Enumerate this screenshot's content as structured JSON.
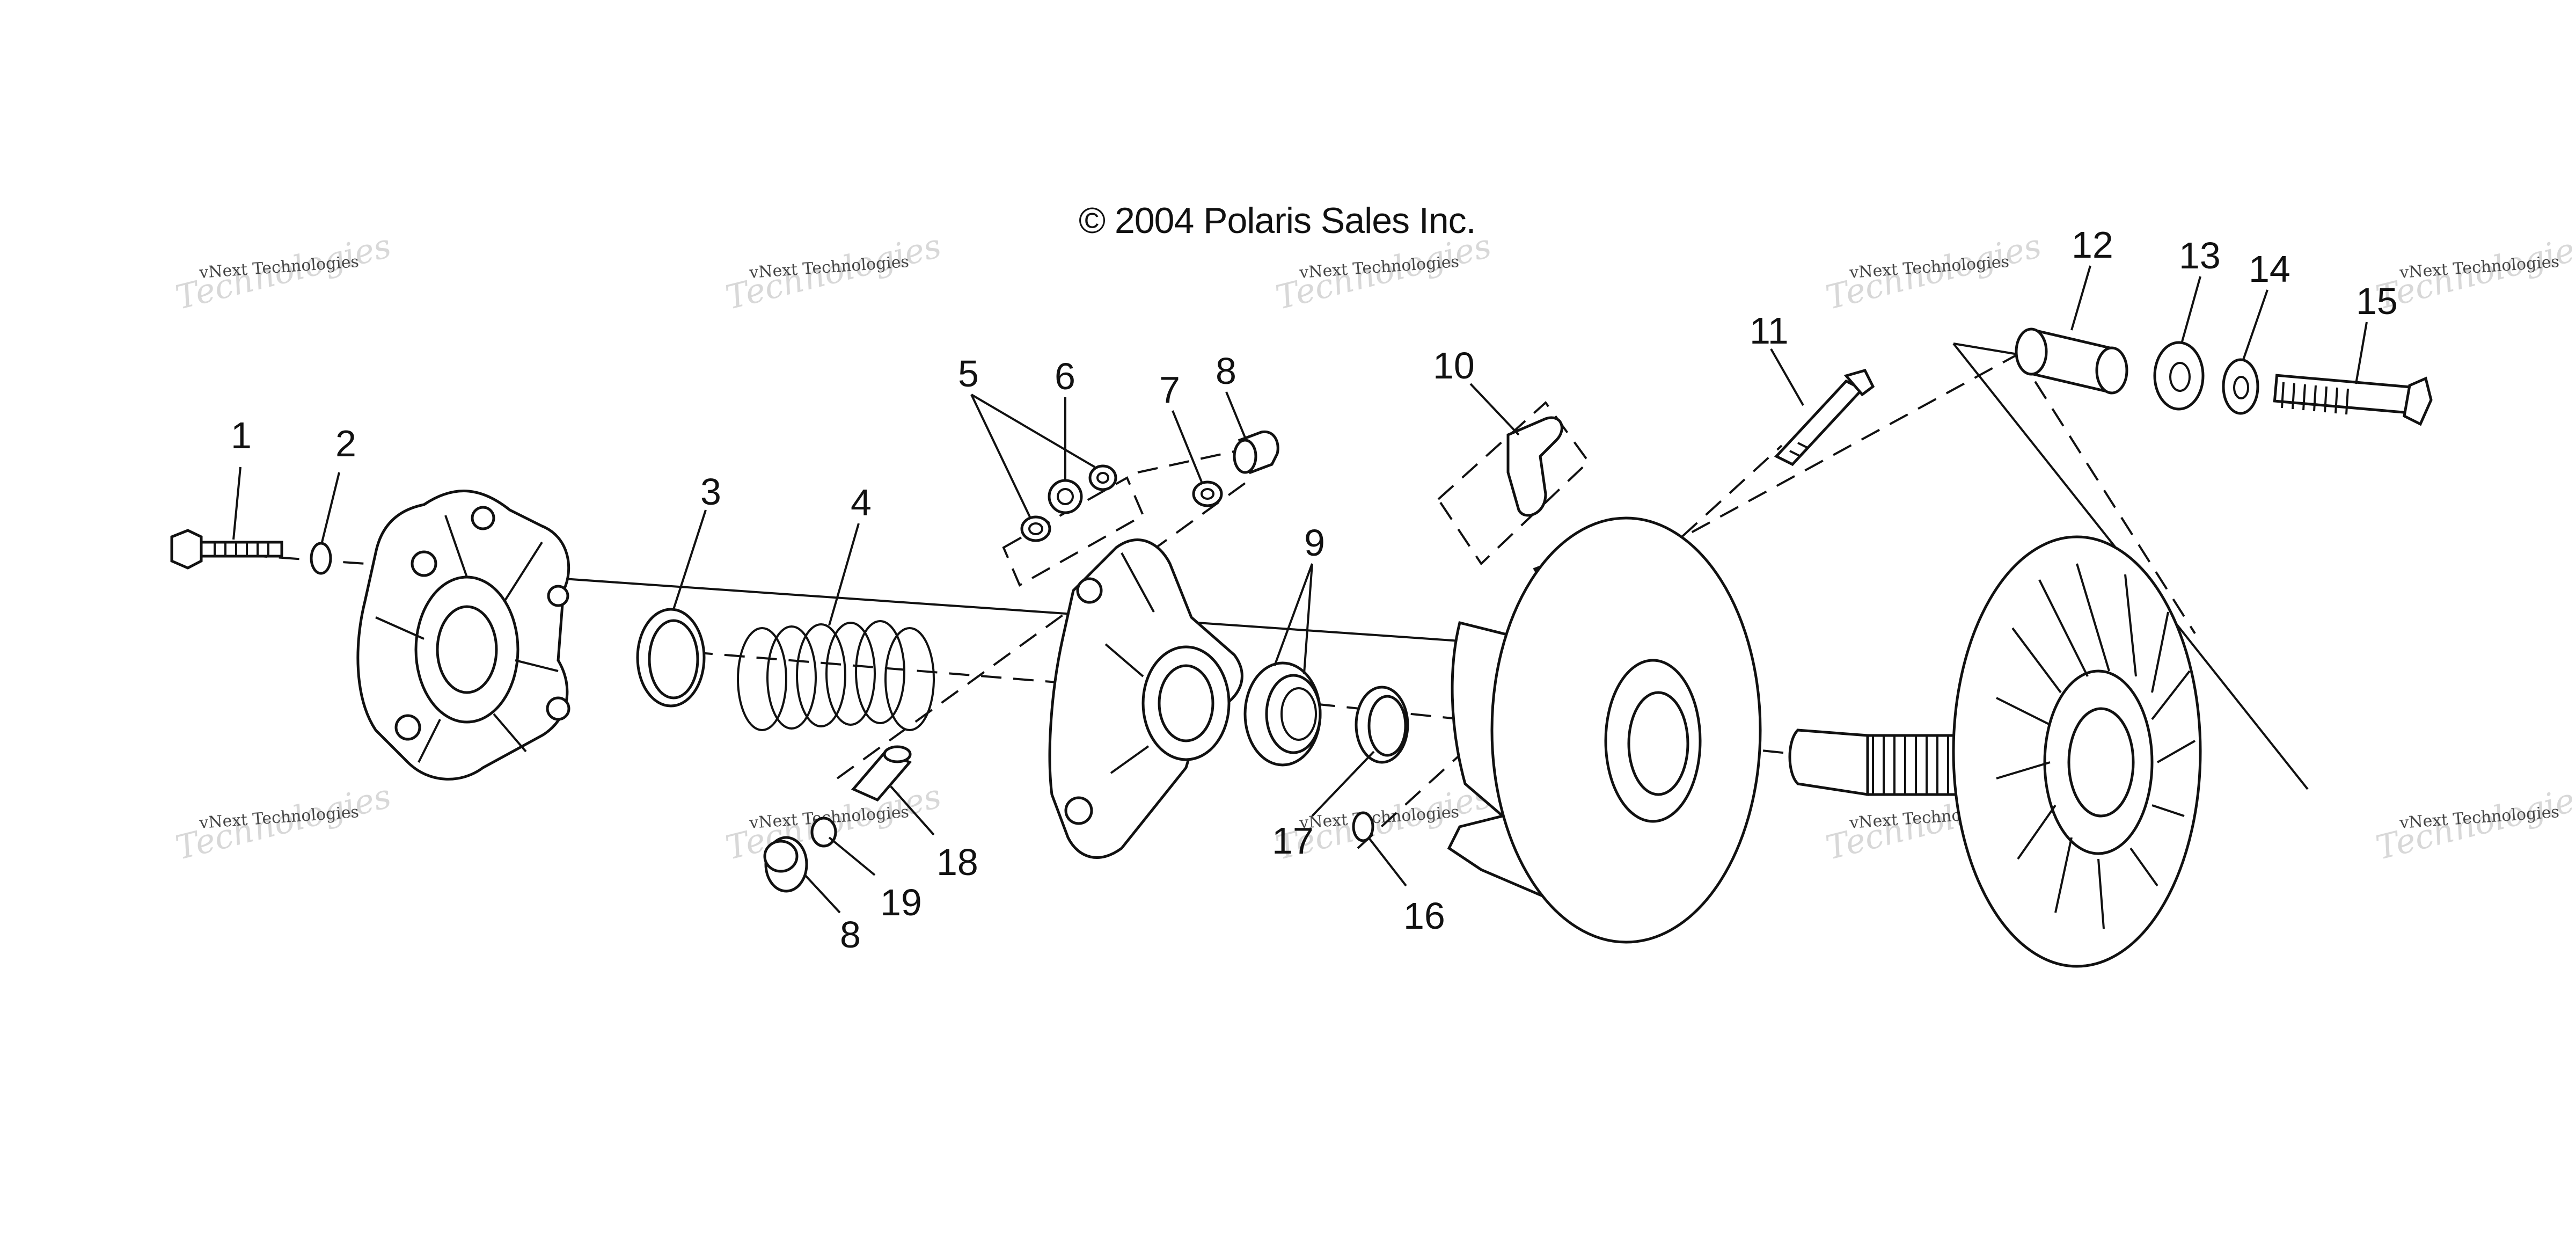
{
  "copyright": "© 2004 Polaris Sales Inc.",
  "watermark": {
    "line1": "vNext Technologies",
    "line2": "Technologies"
  },
  "callouts": [
    "1",
    "2",
    "3",
    "4",
    "5",
    "6",
    "7",
    "8",
    "9",
    "10",
    "11",
    "12",
    "13",
    "14",
    "15",
    "16",
    "17",
    "18",
    "19",
    "8"
  ]
}
